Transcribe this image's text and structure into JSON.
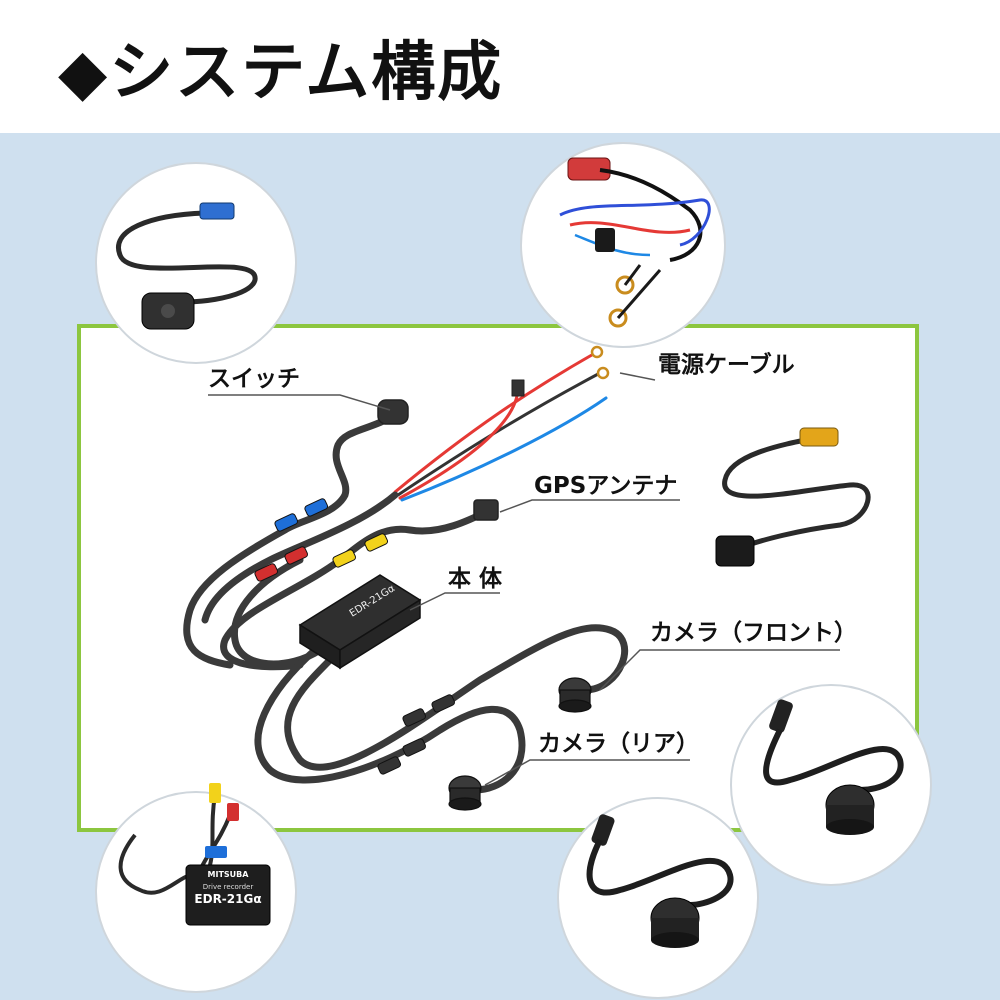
{
  "header": {
    "title": "◆システム構成"
  },
  "labels": {
    "switch": "スイッチ",
    "power_cable": "電源ケーブル",
    "gps_antenna": "GPSアンテナ",
    "main_unit": "本 体",
    "camera_front": "カメラ（フロント）",
    "camera_rear": "カメラ（リア）"
  },
  "device": {
    "brand": "MITSUBA",
    "subtitle": "Drive recorder",
    "model": "EDR-21Gα",
    "diagram_model": "EDR-21Gα"
  },
  "colors": {
    "background_panel": "#cfe0ef",
    "frame_border": "#8cc63f",
    "cable": "#3a3a3a",
    "wire_red": "#e53935",
    "wire_blue": "#1e88e5",
    "connector_blue": "#1e6fd9",
    "connector_red": "#d32f2f",
    "connector_yellow": "#f2d21b"
  }
}
